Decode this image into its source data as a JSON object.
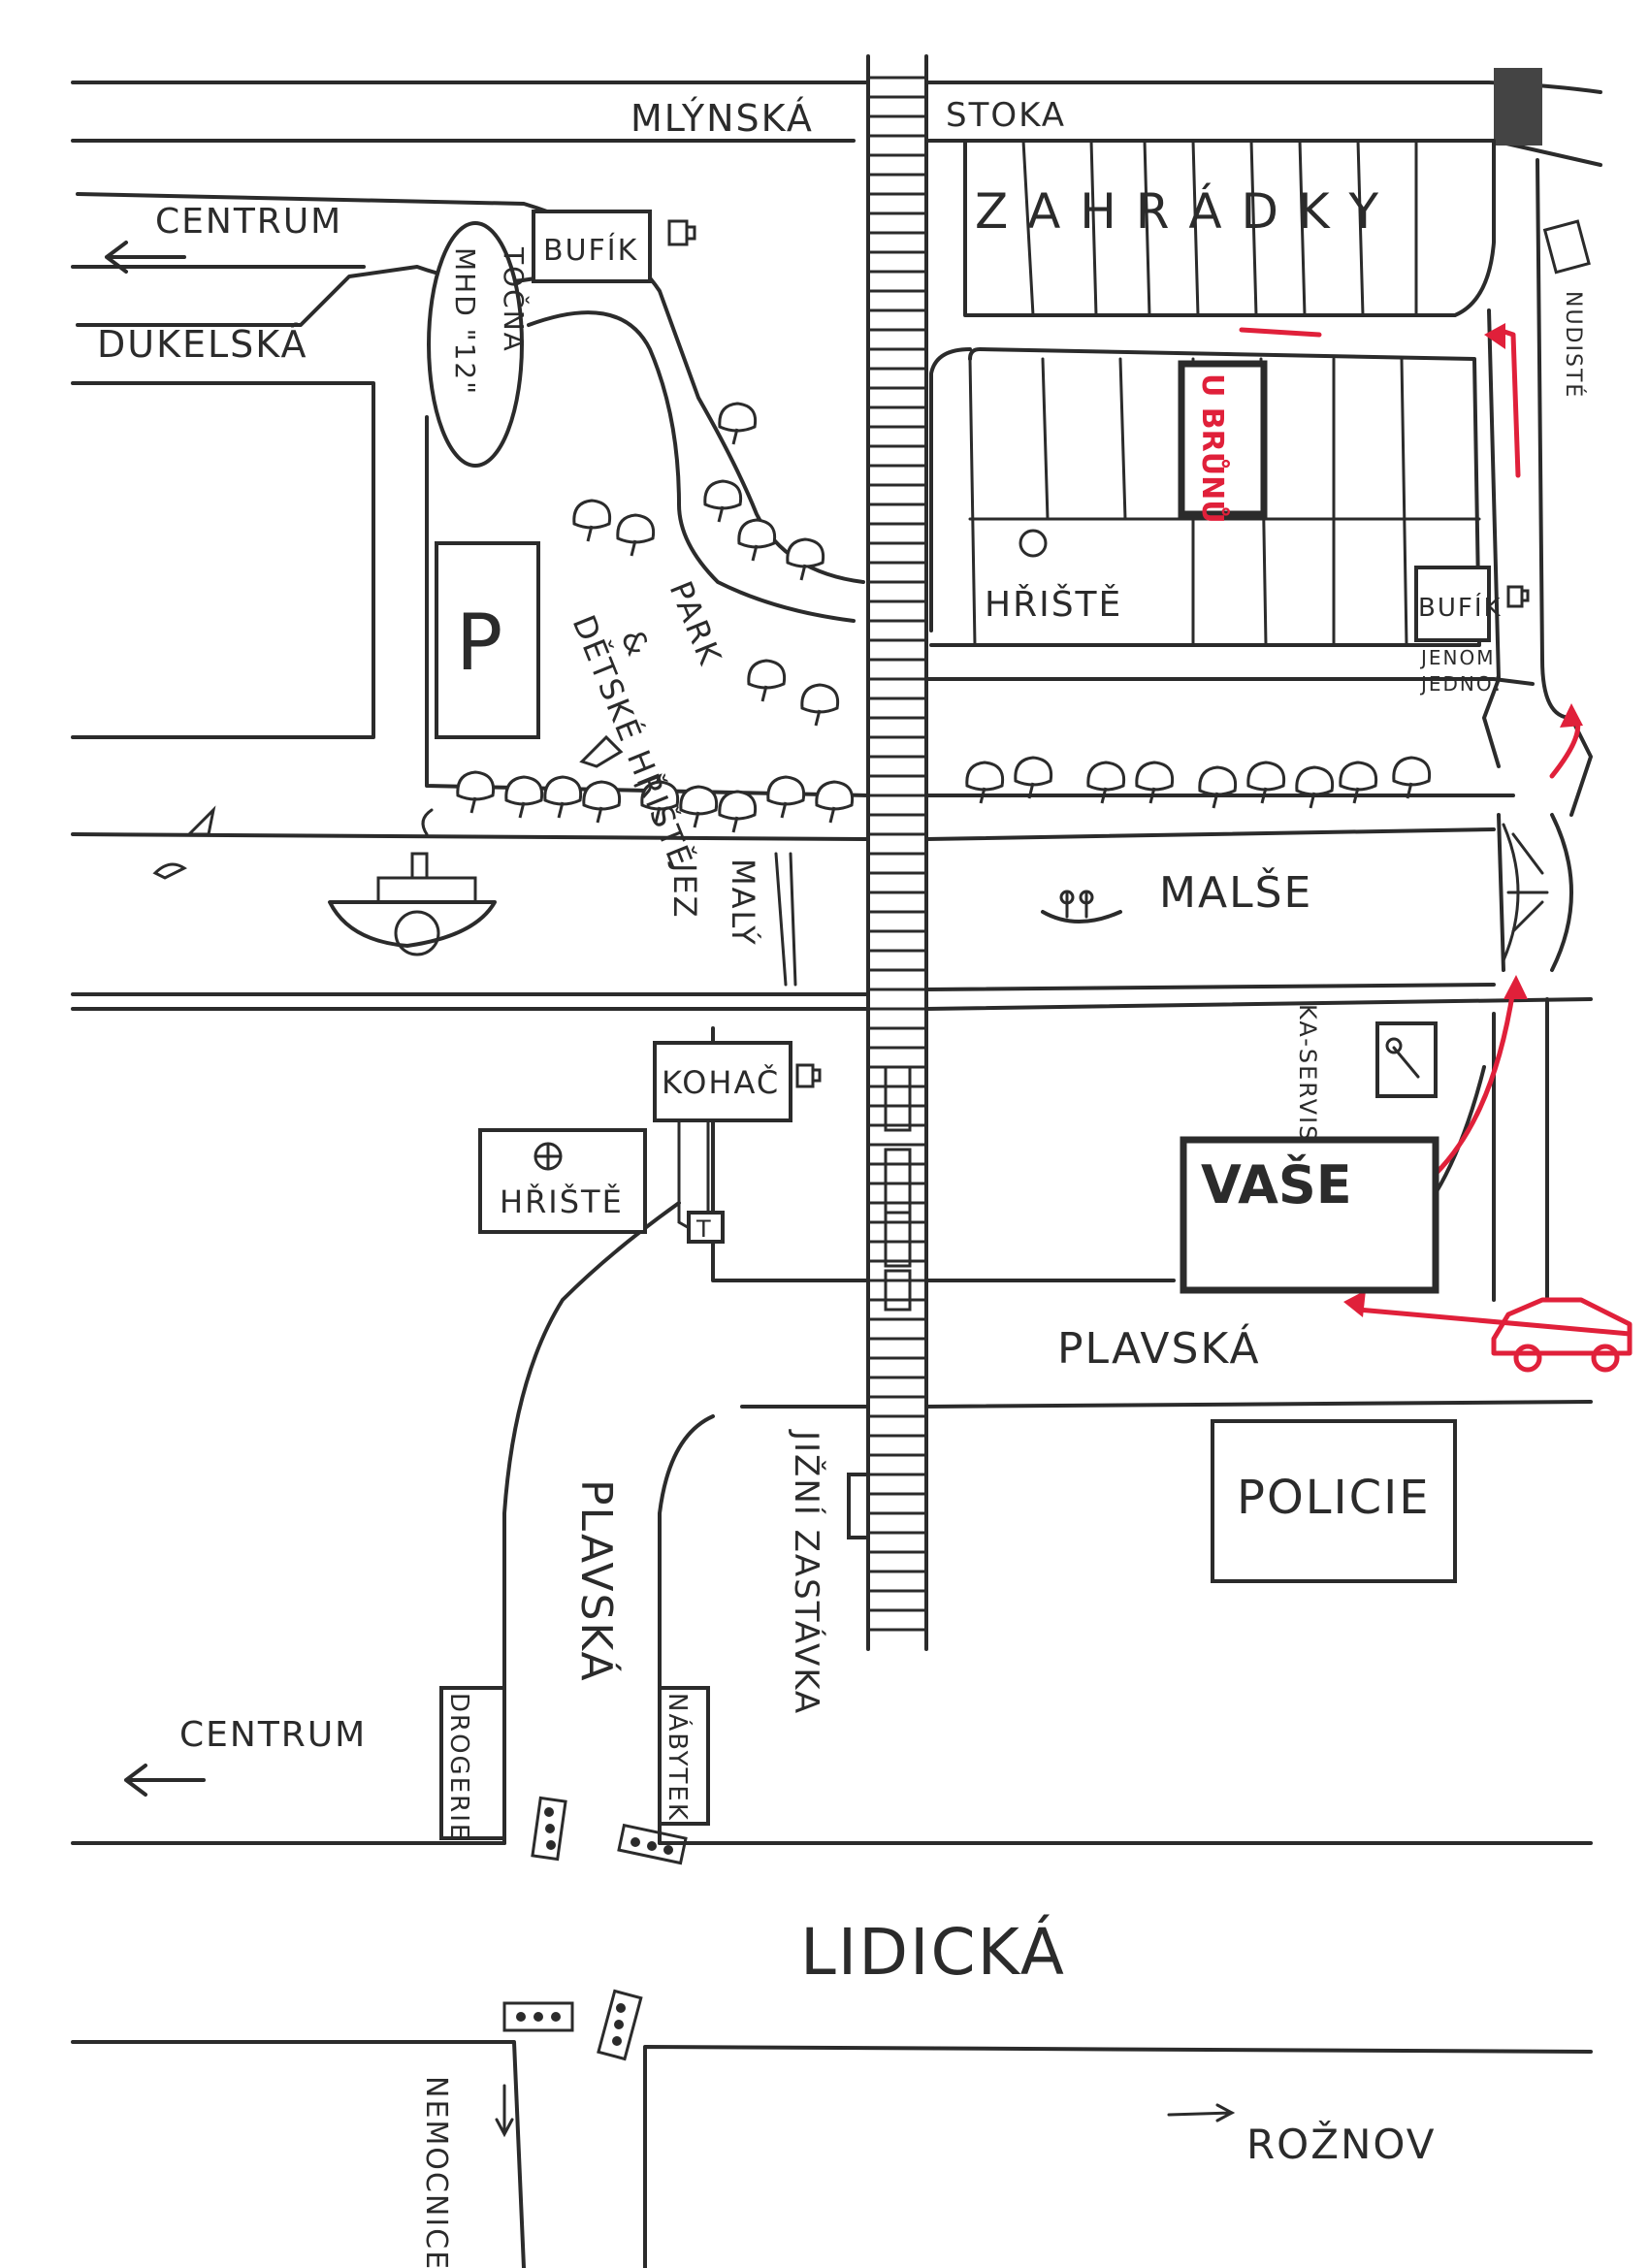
{
  "colors": {
    "ink": "#2b2b2b",
    "route": "#e0203a",
    "paper": "#ffffff"
  },
  "streets": {
    "mlynska": "MLÝNSKÁ",
    "stoka": "STOKA",
    "dukelska": "DUKELSKÁ",
    "malse": "MALŠE",
    "plavska_h": "PLAVSKÁ",
    "plavska_v": "PLAVSKÁ",
    "lidicka": "LIDICKÁ"
  },
  "directions": {
    "centrum_top": "CENTRUM",
    "centrum_bottom": "CENTRUM",
    "roznov": "ROŽNOV",
    "nemocnice": "NEMOCNICE"
  },
  "places": {
    "zahradky": "Z A H R Á D K Y",
    "tocna_line1": "TOČNA",
    "tocna_line2": "MHD \"12\"",
    "bufik_left": "BUFÍK",
    "bufik_right": "BUFÍK",
    "jenom_line1": "JENOM",
    "jenom_line2": "JEDNO!",
    "u_brunu": "U BRŮNŮ",
    "hriste_top": "HŘIŠTĚ",
    "hriste_bottom": "HŘIŠTĚ",
    "parking": "P",
    "park_line1": "PARK",
    "park_line2": "&",
    "park_line3": "DĚTSKÉ HŘIŠTĚ",
    "maly_jez_line1": "MALÝ",
    "maly_jez_line2": "JEZ",
    "nudiste": "NUDISTÉ",
    "kohac": "KOHAČ",
    "ka_servis": "KA-SERVIS",
    "vase": "VAŠE",
    "policie": "POLICIE",
    "jizni_zastavka": "JIŽNÍ ZASTÁVKA",
    "drogerie": "DROGERIE",
    "nabytek": "NÁBYTEK",
    "tram_sign": "T"
  },
  "icons": [
    "beer-mug-icon",
    "tree-icon",
    "fish-icon",
    "steamboat-icon",
    "canoe-icon",
    "traffic-light-icon",
    "car-icon",
    "bridge-icon",
    "ball-icon",
    "arrow-left-icon",
    "arrow-right-icon",
    "wrench-icon",
    "nudist-icon",
    "playground-icon"
  ]
}
